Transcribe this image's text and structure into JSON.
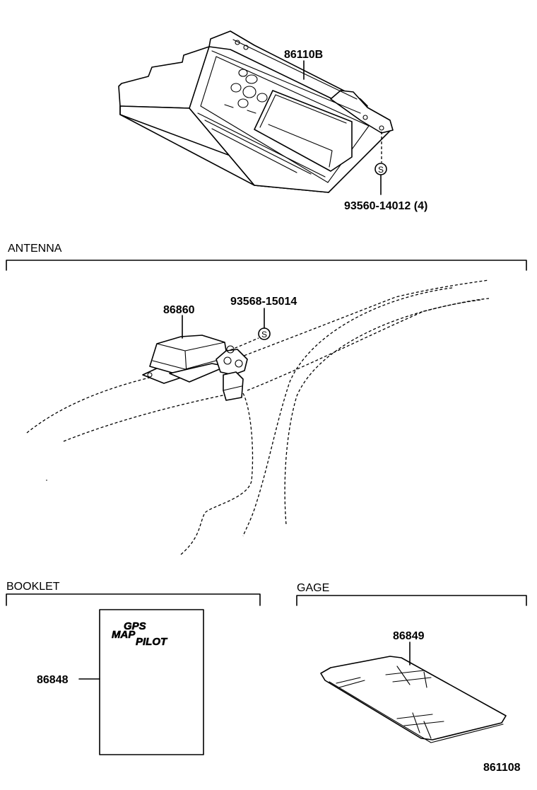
{
  "parts": {
    "monitor": "86110B",
    "screw": "93560-14012 (4)",
    "antenna": "86860",
    "antenna_screw": "93568-15014",
    "booklet": "86848",
    "gage": "86849",
    "diagram_number": "861108"
  },
  "sections": {
    "antenna": "ANTENNA",
    "booklet": "BOOKLET",
    "gage": "GAGE"
  },
  "symbols": {
    "screw_mark": "S"
  },
  "booklet_cover": [
    "GPS",
    "MAP",
    "PILOT"
  ]
}
